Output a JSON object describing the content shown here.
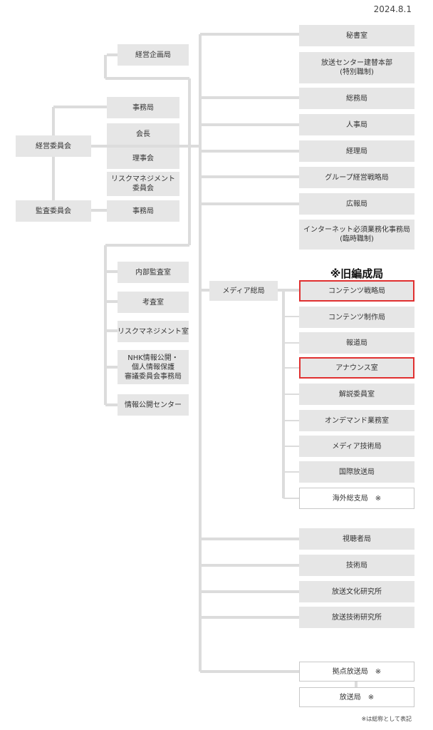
{
  "date": "2024.8.1",
  "old_org_label": "※旧編成局",
  "footnote": "※は総称として表記",
  "left": {
    "board": "経営委員会",
    "audit": "監査委員会",
    "board_secretariat": "事務局",
    "audit_secretariat": "事務局",
    "planning": "経営企画局",
    "president": "会長",
    "directors": "理事会",
    "risk_committee": "リスクマネジメント\n委員会"
  },
  "lower_left": [
    "内部監査室",
    "考査室",
    "リスクマネジメント室",
    "NHK情報公開・\n個人情報保護\n審議委員会事務局",
    "情報公開センター"
  ],
  "media_hq": "メディア総局",
  "right_top": [
    "秘書室",
    "放送センター建替本部\n(特別職制)",
    "総務局",
    "人事局",
    "経理局",
    "グループ経営戦略局",
    "広報局",
    "インターネット必須業務化事務局\n(臨時職制)"
  ],
  "media_children": [
    "コンテンツ戦略局",
    "コンテンツ制作局",
    "報道局",
    "アナウンス室",
    "解説委員室",
    "オンデマンド業務室",
    "メディア技術局",
    "国際放送局",
    "海外総支局　※"
  ],
  "right_bottom": [
    "視聴者局",
    "技術局",
    "放送文化研究所",
    "放送技術研究所"
  ],
  "stations": [
    "拠点放送局　※",
    "放送局　※"
  ],
  "colors": {
    "line": "#dcdcdc",
    "box": "#e6e6e6",
    "highlight": "#e03030"
  }
}
